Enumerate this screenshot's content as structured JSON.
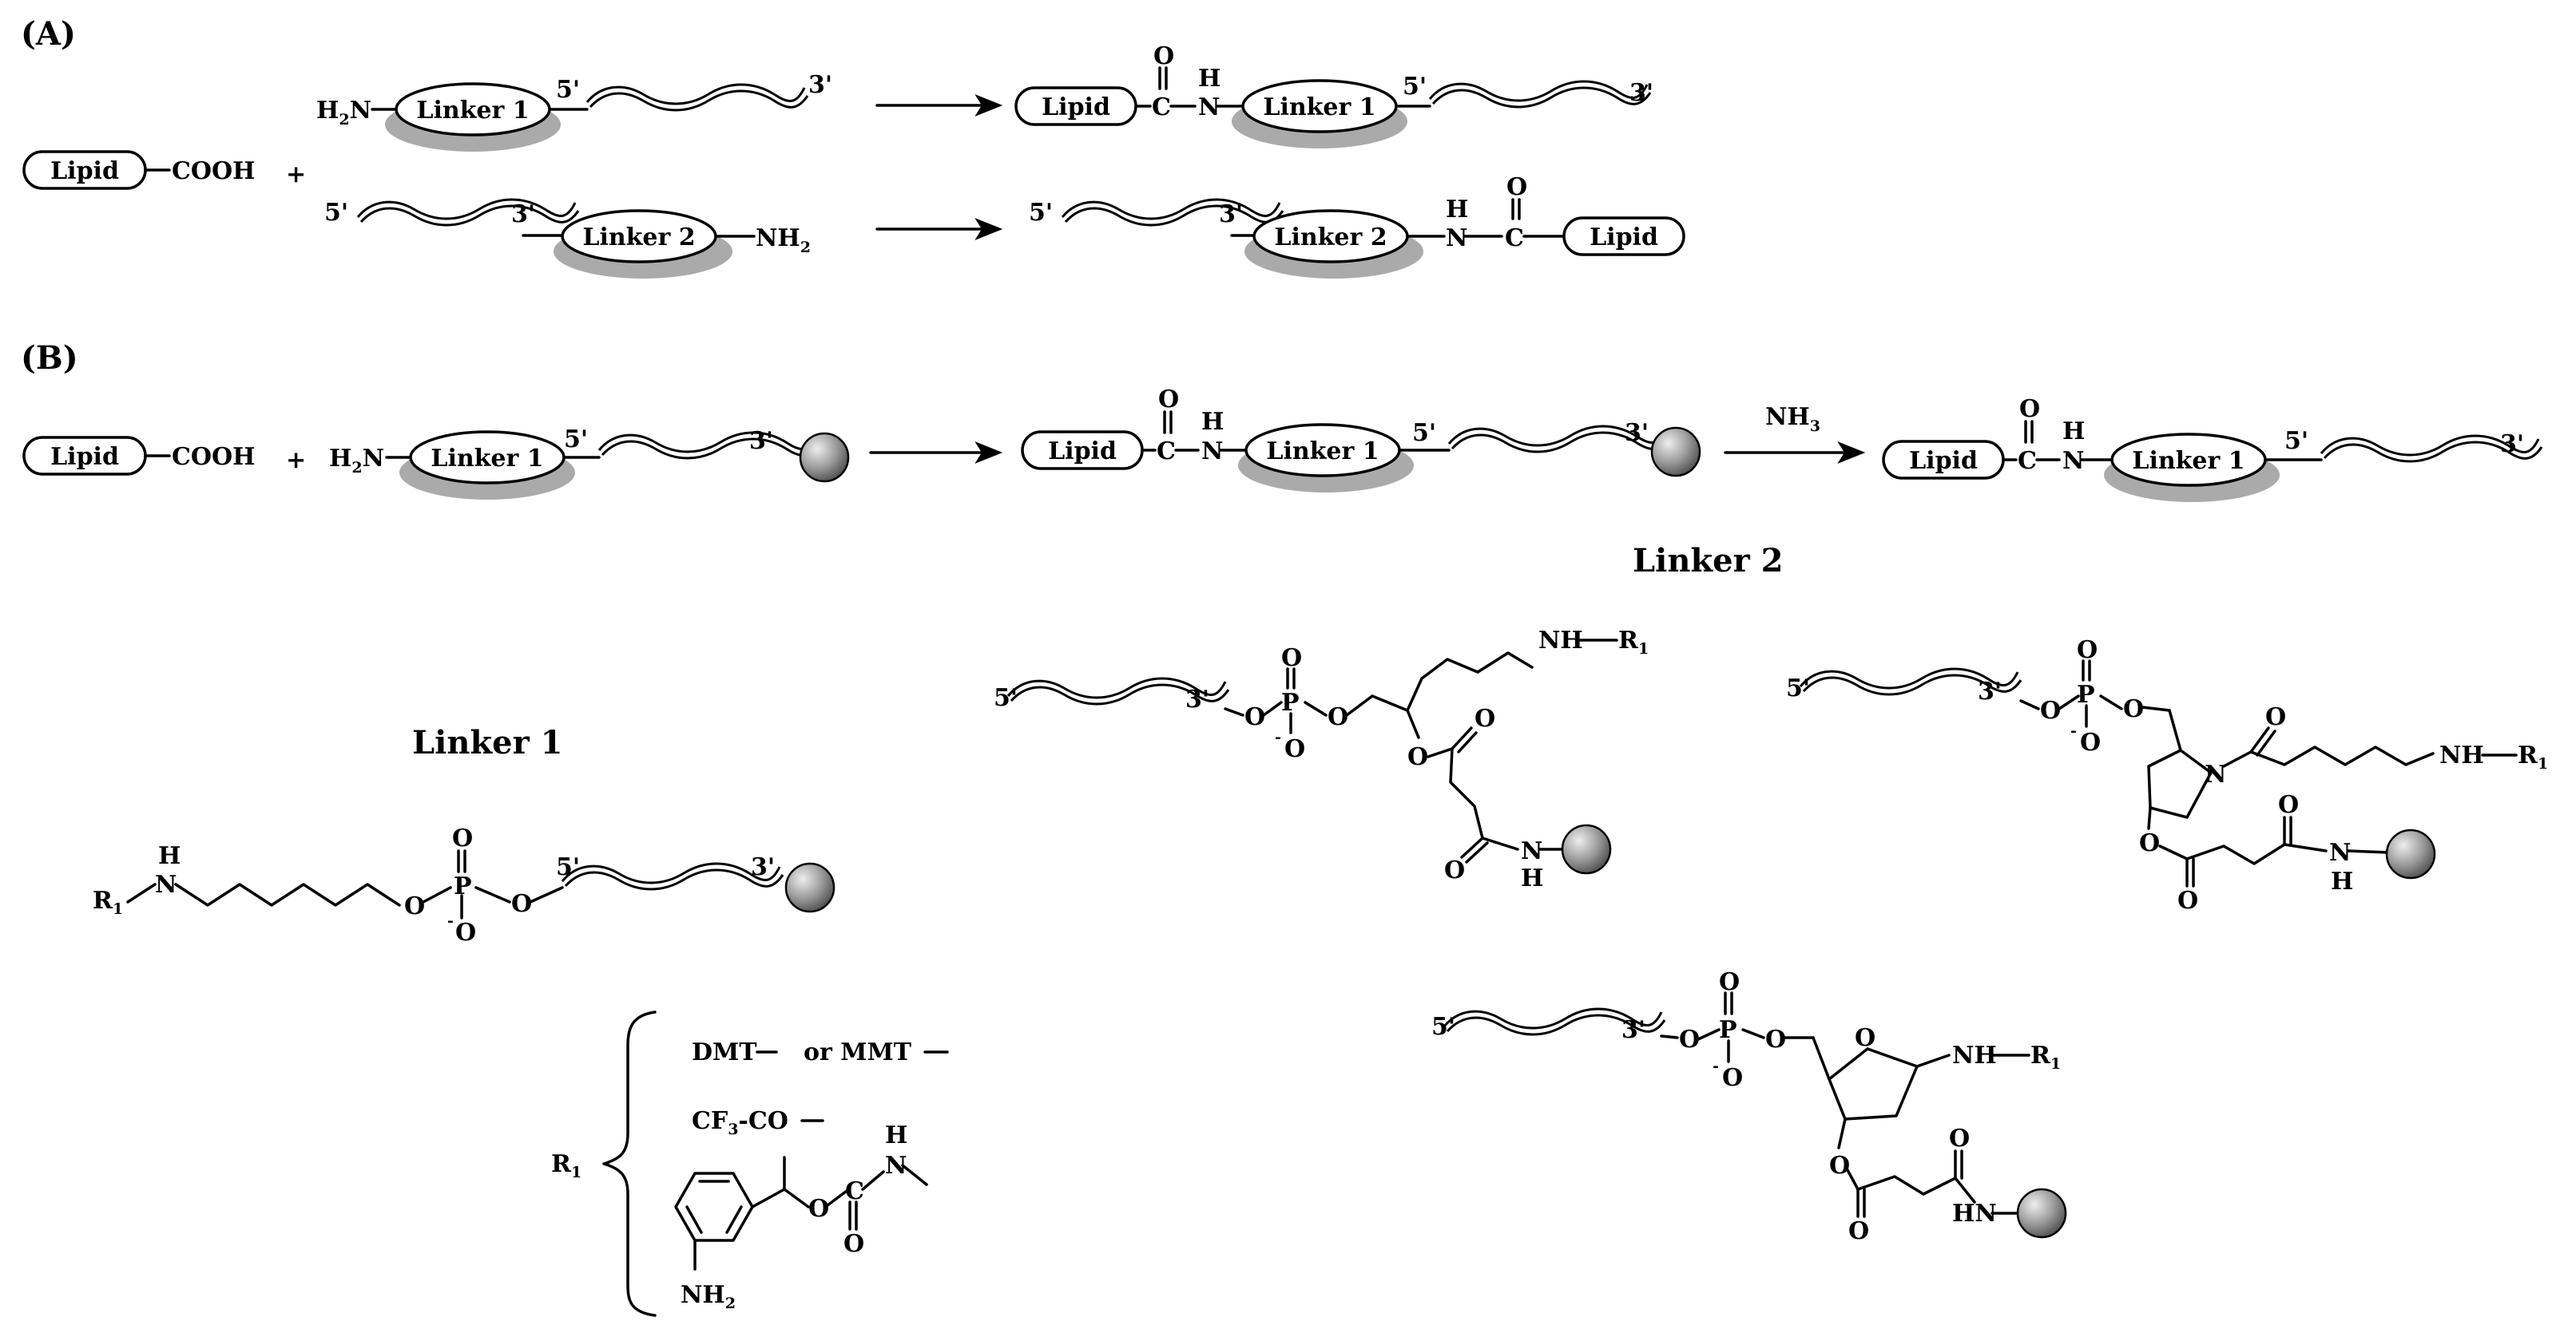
{
  "panels": {
    "a": "(A)",
    "b": "(B)"
  },
  "molecule": {
    "lipid": "Lipid",
    "cooh": "COOH",
    "plus": "+",
    "linker1": "Linker 1",
    "linker2": "Linker 2",
    "five_prime": "5'",
    "three_prime": "3'",
    "h2n_main": "H",
    "h2n_sub": "2",
    "h2n_tail": "N",
    "nh2_main": "NH",
    "nh2_sub": "2",
    "amide_c": "C",
    "amide_o": "O",
    "amide_n": "N",
    "amide_h": "H",
    "nh3_main": "NH",
    "nh3_sub": "3"
  },
  "structures": {
    "linker1_title": "Linker 1",
    "linker2_title": "Linker 2",
    "r1_main": "R",
    "r1_sub": "1",
    "nh": "NH",
    "n": "N",
    "h": "H",
    "o": "O",
    "p": "P",
    "o_minus_sup": "-",
    "hn": "HN",
    "r1_options": {
      "dmt": "DMT",
      "or_mmt": "or MMT",
      "cf3_main": "CF",
      "cf3_sub": "3",
      "cf3_tail": "-CO",
      "nh2_main": "NH",
      "nh2_sub": "2"
    }
  },
  "colors": {
    "ink": "#000000",
    "shadow": "#aaaaaa",
    "bead_light": "#eeeeee",
    "bead_dark": "#4a4a4a"
  }
}
